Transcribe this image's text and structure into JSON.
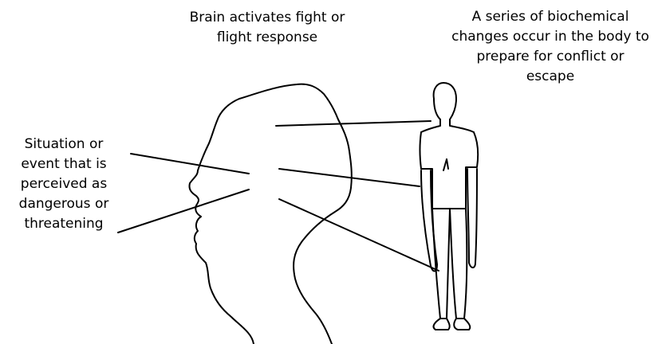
{
  "diagram": {
    "labels": {
      "brain_response": "Brain activates fight or\nflight response",
      "body_changes": "A series of biochemical\nchanges occur in the body to\nprepare for conflict or\nescape",
      "situation": "Situation or\nevent that is\nperceived as\ndangerous or\nthreatening"
    },
    "colors": {
      "ink": "#000000",
      "background": "#ffffff"
    }
  }
}
